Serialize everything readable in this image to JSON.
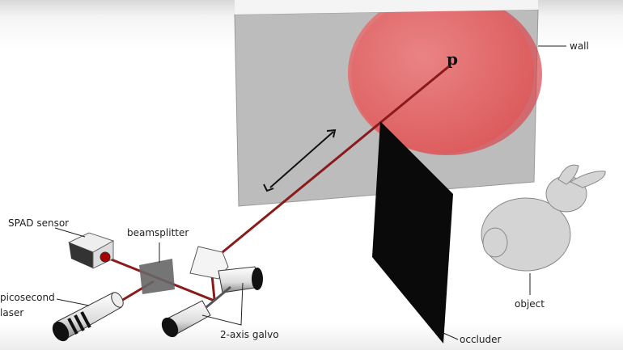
{
  "labels": {
    "wall": "wall",
    "point": "p",
    "object": "object",
    "occluder": "occluder",
    "galvo": "2-axis galvo",
    "spad": "SPAD sensor",
    "beamsplitter": "beamsplitter",
    "laser_line1": "picosecond",
    "laser_line2": "laser"
  },
  "colors": {
    "beam": "#8b1a1a",
    "wall": "#bdbdbd",
    "sphere": "#e06a6a",
    "occluder": "#0a0a0a"
  }
}
